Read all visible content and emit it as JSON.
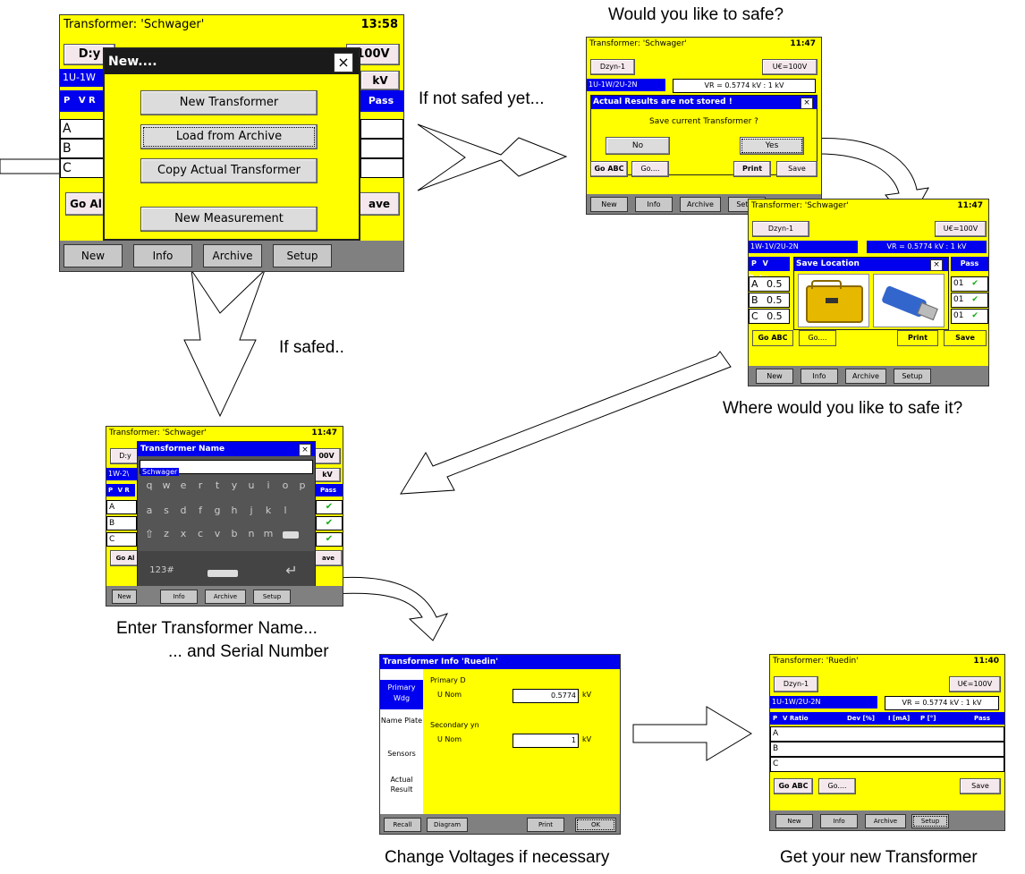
{
  "captions": {
    "would_like_to_safe": "Would you like to safe?",
    "if_not_safed": "If not safed yet...",
    "if_safed": "If safed..",
    "where_safe": "Where would you like to safe it?",
    "enter_name": "Enter Transformer Name...",
    "and_serial": "... and Serial Number",
    "change_voltages": "Change Voltages if necessary",
    "get_new": "Get your new Transformer"
  },
  "screen1": {
    "title": "Transformer: 'Schwager'",
    "time": "13:58",
    "dyn_btn": "D:y",
    "voltage_btn": "100V",
    "blue_row": "1U-1W",
    "kv": "kV",
    "col_p": "P",
    "col_vr": "V R",
    "col_pass": "Pass",
    "phases": [
      "A",
      "B",
      "C"
    ],
    "go_btn": "Go Al",
    "save_btn": "ave",
    "dialog": {
      "title": "New....",
      "close": "×",
      "buttons": [
        "New Transformer",
        "Load from Archive",
        "Copy Actual Transformer",
        "New Measurement"
      ]
    },
    "taskbar": [
      "New",
      "Info",
      "Archive",
      "Setup"
    ]
  },
  "screen2": {
    "title": "Transformer: 'Schwager'",
    "time": "11:47",
    "dyn_btn": "Dzyn-1",
    "voltage_btn": "U€=100V",
    "blue_row": "1U-1W/2U-2N",
    "ratio_box": "VR = 0.5774 kV : 1 kV",
    "dialog_title": "Actual Results are not stored !",
    "dialog_close": "×",
    "dialog_question": "Save current Transformer ?",
    "no_btn": "No",
    "yes_btn": "Yes",
    "go_btn": "Go ABC",
    "go2_btn": "Go....",
    "print_btn": "Print",
    "save_btn": "Save",
    "taskbar": [
      "New",
      "Info",
      "Archive",
      "Setup"
    ]
  },
  "screen3": {
    "title": "Transformer: 'Schwager'",
    "time": "11:47",
    "dyn_btn": "Dzyn-1",
    "voltage_btn": "U€=100V",
    "blue_row": "1W-1V/2U-2N",
    "ratio_box": "VR = 0.5774 kV : 1 kV",
    "col_p": "P",
    "col_ratio": "V Ratio",
    "col_pass": "Pass",
    "dialog_title": "Save Location",
    "dialog_close": "×",
    "phases": [
      "A",
      "B",
      "C"
    ],
    "values": [
      "0.5",
      "0.5",
      "0.5"
    ],
    "right_values": [
      "01",
      "01",
      "01"
    ],
    "go_btn": "Go ABC",
    "go2_btn": "Go....",
    "print_btn": "Print",
    "save_btn": "Save",
    "taskbar": [
      "New",
      "Info",
      "Archive",
      "Setup"
    ]
  },
  "screen4": {
    "title": "Transformer: 'Schwager'",
    "time": "11:47",
    "dyn_btn": "D:y",
    "voltage_btn": "00V",
    "blue_row": "1W-2\\",
    "kv": "kV",
    "col_p": "P",
    "col_vr": "V R",
    "col_pass": "Pass",
    "phases": [
      "A",
      "B",
      "C"
    ],
    "go_btn": "Go Al",
    "save_btn": "ave",
    "dialog_title": "Transformer Name",
    "dialog_close": "×",
    "input_value": "Schwager",
    "keys_row1": [
      "q",
      "w",
      "e",
      "r",
      "t",
      "y",
      "u",
      "i",
      "o",
      "p"
    ],
    "keys_row2": [
      "a",
      "s",
      "d",
      "f",
      "g",
      "h",
      "j",
      "k",
      "l"
    ],
    "keys_row3": [
      "z",
      "x",
      "c",
      "v",
      "b",
      "n",
      "m"
    ],
    "key_123": "123#",
    "taskbar": [
      "New",
      "Info",
      "Archive",
      "Setup"
    ]
  },
  "screen5": {
    "title": "Transformer Info 'Ruedin'",
    "side_items": [
      "Primary Wdg",
      "Name Plate",
      "Sensors",
      "Actual Result"
    ],
    "primary_label": "Primary D",
    "primary_unom_label": "U Nom",
    "primary_value": "0.5774",
    "primary_unit": "kV",
    "secondary_label": "Secondary yn",
    "secondary_unom_label": "U Nom",
    "secondary_value": "1",
    "secondary_unit": "kV",
    "bottom_buttons": [
      "Recall",
      "Diagram",
      "Print",
      "OK"
    ]
  },
  "screen6": {
    "title": "Transformer: 'Ruedin'",
    "time": "11:40",
    "dyn_btn": "Dzyn-1",
    "voltage_btn": "U€=100V",
    "blue_row": "1U-1W/2U-2N",
    "ratio_box": "VR = 0.5774 kV : 1 kV",
    "col_p": "P",
    "col_ratio": "V Ratio",
    "col_dev": "Dev [%]",
    "col_i": "I [mA]",
    "col_phi": "P [°]",
    "col_pass": "Pass",
    "phases": [
      "A",
      "B",
      "C"
    ],
    "go_btn": "Go ABC",
    "go2_btn": "Go....",
    "save_btn": "Save",
    "taskbar": [
      "New",
      "Info",
      "Archive",
      "Setup"
    ]
  }
}
